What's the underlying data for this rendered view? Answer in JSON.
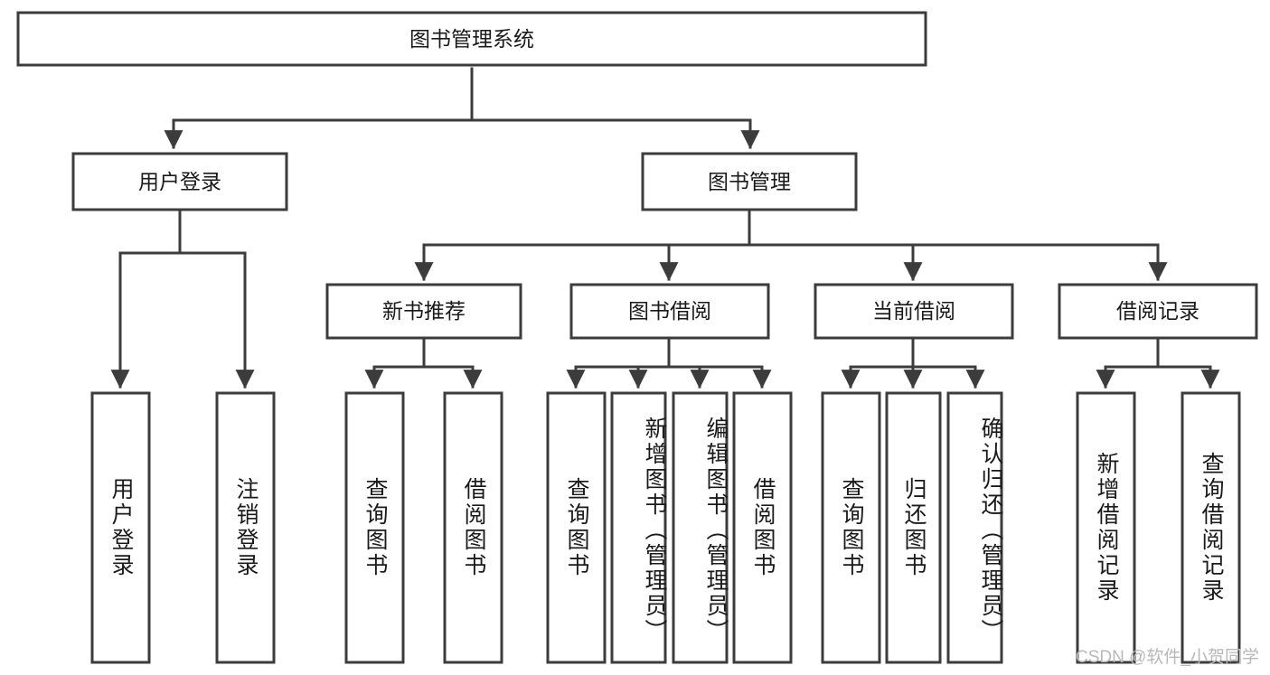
{
  "diagram": {
    "title": "图书管理系统",
    "root": {
      "id": "root",
      "label": "图书管理系统",
      "orientation": "horizontal"
    },
    "level2": [
      {
        "id": "user-login",
        "label": "用户登录",
        "orientation": "horizontal"
      },
      {
        "id": "book-management",
        "label": "图书管理",
        "orientation": "horizontal"
      }
    ],
    "level3": [
      {
        "id": "new-book-recommend",
        "label": "新书推荐",
        "orientation": "horizontal",
        "parent": "book-management"
      },
      {
        "id": "book-borrow",
        "label": "图书借阅",
        "orientation": "horizontal",
        "parent": "book-management"
      },
      {
        "id": "current-borrow",
        "label": "当前借阅",
        "orientation": "horizontal",
        "parent": "book-management"
      },
      {
        "id": "borrow-record",
        "label": "借阅记录",
        "orientation": "horizontal",
        "parent": "book-management"
      }
    ],
    "leaves": [
      {
        "id": "leaf-user-login",
        "label": "用户登录",
        "orientation": "vertical",
        "parent": "user-login"
      },
      {
        "id": "leaf-user-logout",
        "label": "注销登录",
        "orientation": "vertical",
        "parent": "user-login"
      },
      {
        "id": "leaf-query-book-1",
        "label": "查询图书",
        "orientation": "vertical",
        "parent": "new-book-recommend"
      },
      {
        "id": "leaf-borrow-book-1",
        "label": "借阅图书",
        "orientation": "vertical",
        "parent": "new-book-recommend"
      },
      {
        "id": "leaf-query-book-2",
        "label": "查询图书",
        "orientation": "vertical",
        "parent": "book-borrow"
      },
      {
        "id": "leaf-add-book",
        "label": "新增图书（管理员）",
        "orientation": "vertical",
        "parent": "book-borrow"
      },
      {
        "id": "leaf-edit-book",
        "label": "编辑图书（管理员）",
        "orientation": "vertical",
        "parent": "book-borrow"
      },
      {
        "id": "leaf-borrow-book-2",
        "label": "借阅图书",
        "orientation": "vertical",
        "parent": "book-borrow"
      },
      {
        "id": "leaf-query-book-3",
        "label": "查询图书",
        "orientation": "vertical",
        "parent": "current-borrow"
      },
      {
        "id": "leaf-return-book",
        "label": "归还图书",
        "orientation": "vertical",
        "parent": "current-borrow"
      },
      {
        "id": "leaf-confirm-return",
        "label": "确认归还（管理员）",
        "orientation": "vertical",
        "parent": "current-borrow"
      },
      {
        "id": "leaf-add-borrow-record",
        "label": "新增借阅记录",
        "orientation": "vertical",
        "parent": "borrow-record"
      },
      {
        "id": "leaf-query-borrow-record",
        "label": "查询借阅记录",
        "orientation": "vertical",
        "parent": "borrow-record"
      }
    ],
    "watermark": "CSDN @软件_小贺同学",
    "colors": {
      "stroke": "#3c3c3c",
      "fill": "#ffffff",
      "text": "#1a1a1a",
      "watermark": "#b8b8b8",
      "background": "#ffffff"
    }
  }
}
